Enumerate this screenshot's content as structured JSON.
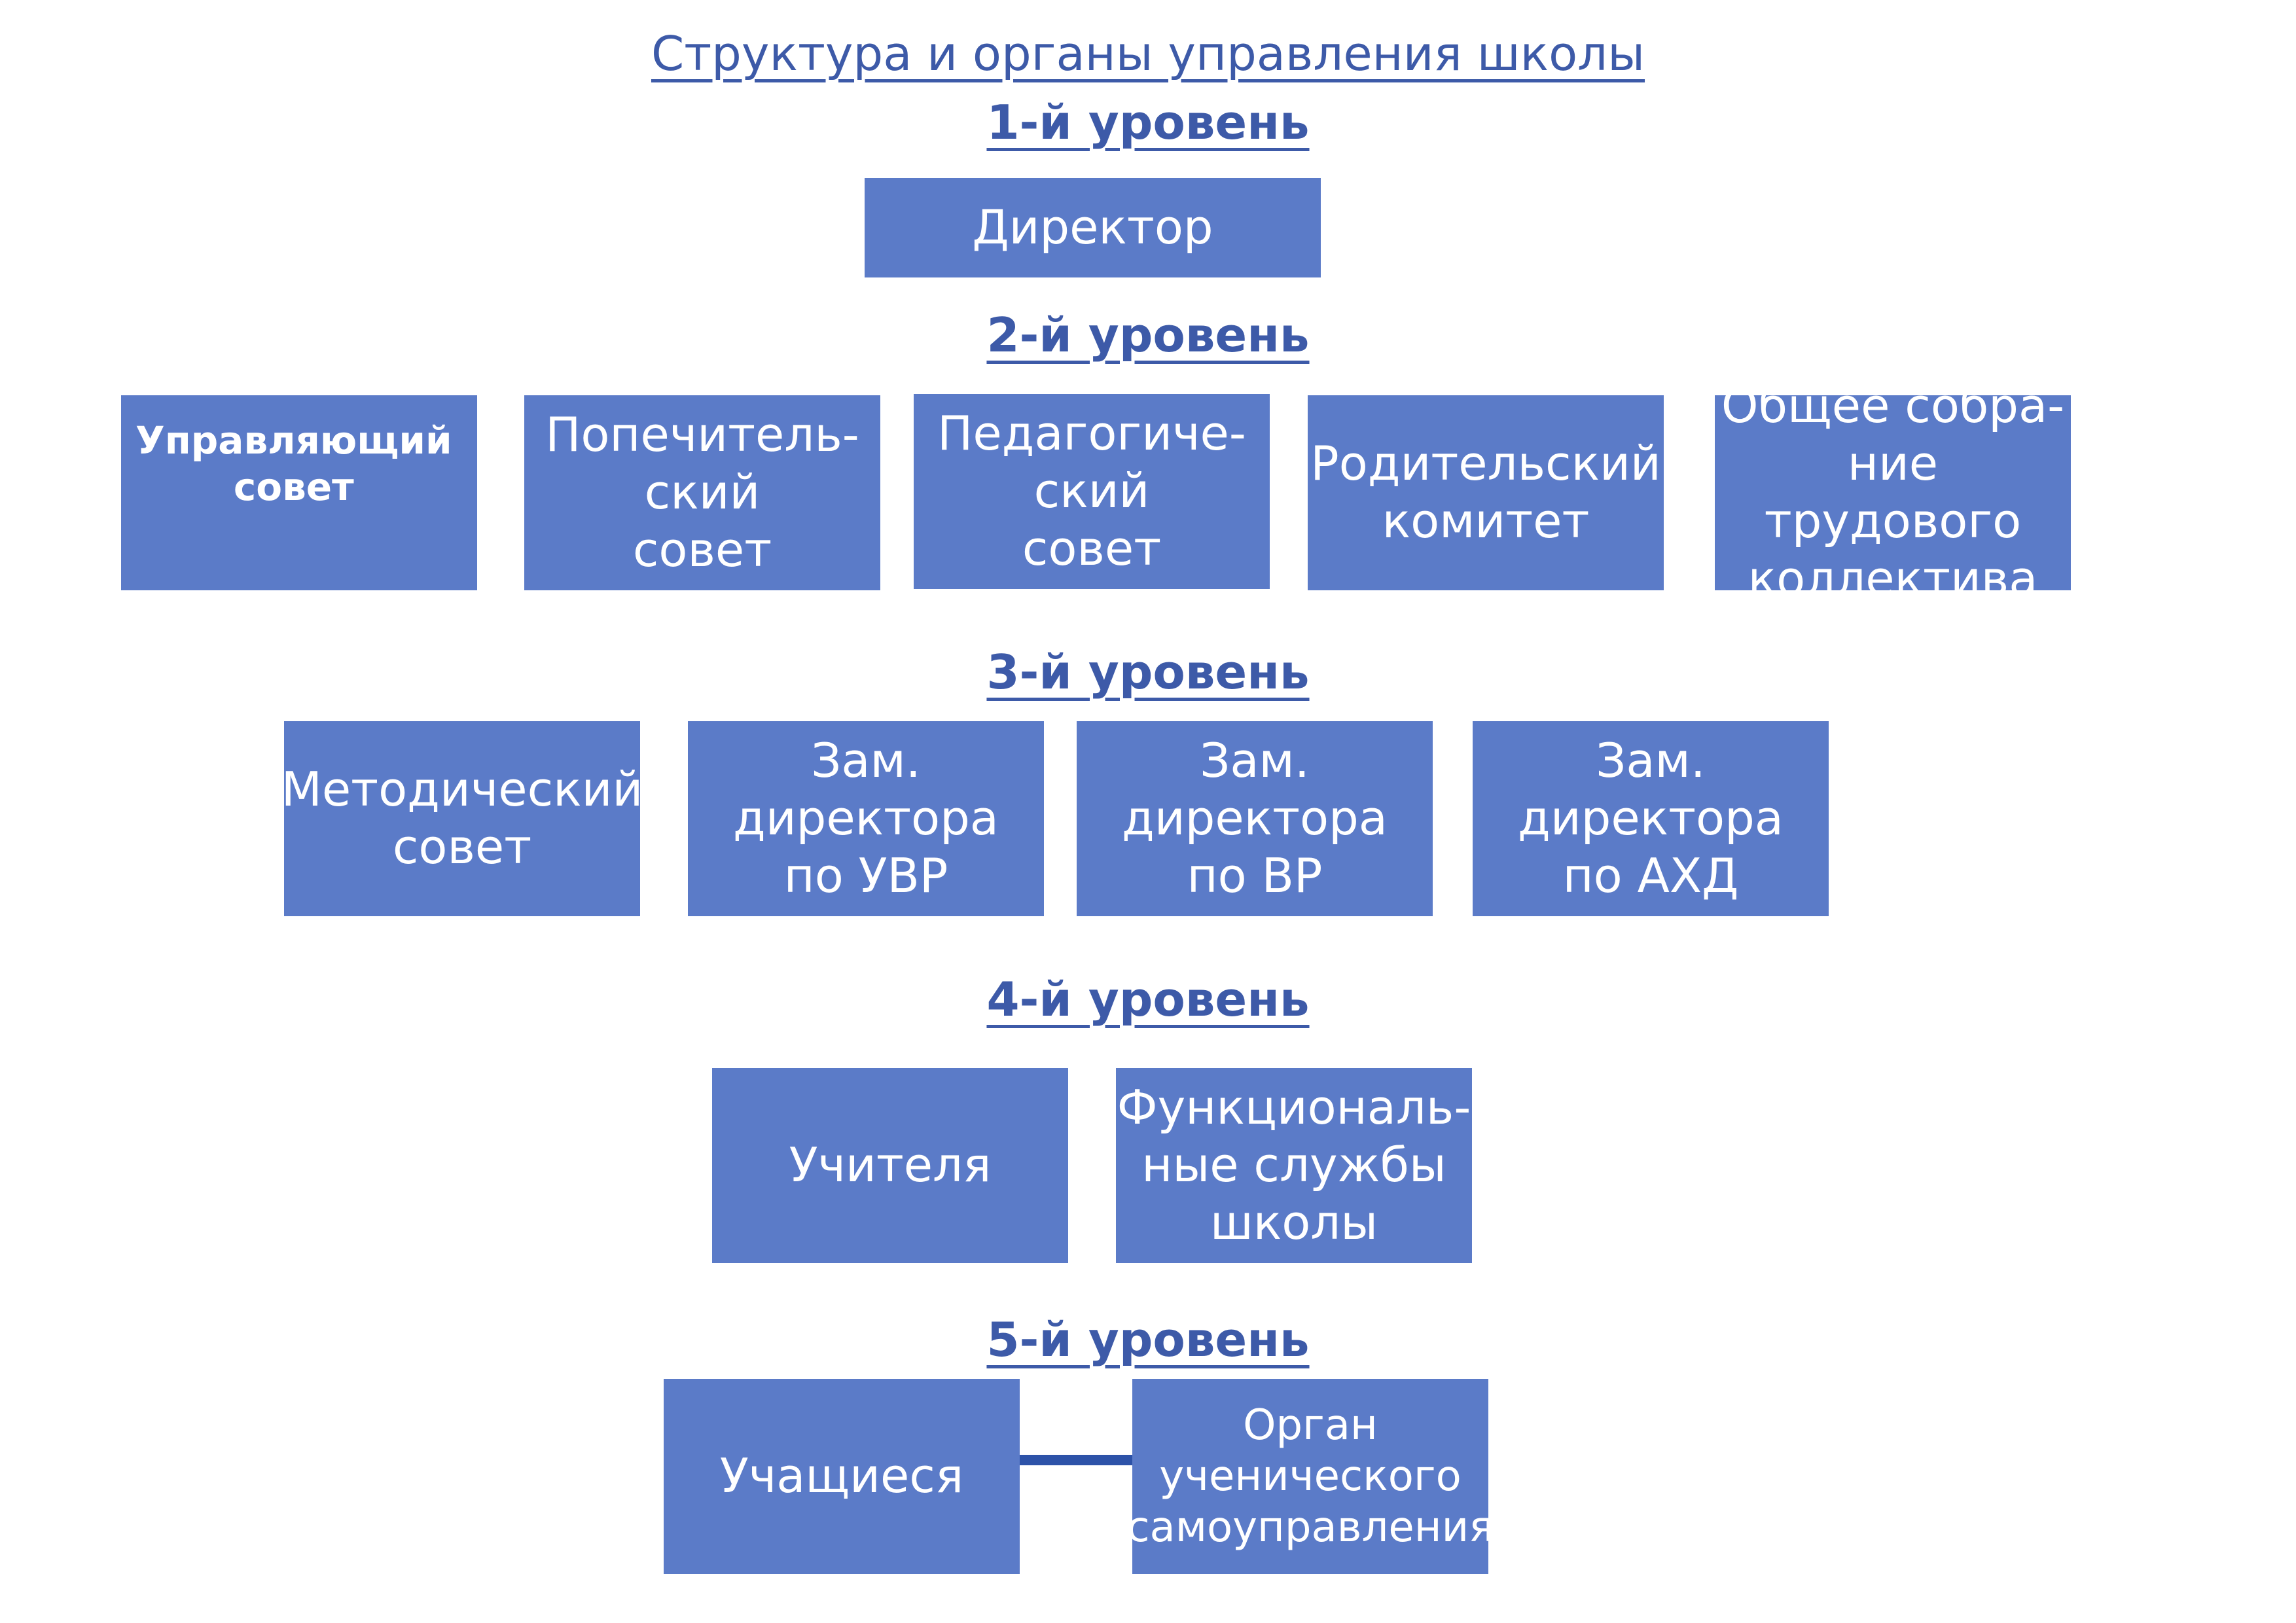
{
  "title": "Структура и органы управления школы",
  "levels": [
    {
      "label": "1-й уровень",
      "nodes": [
        "Директор"
      ]
    },
    {
      "label": "2-й уровень",
      "nodes": [
        "Управляющий\nсовет",
        "Попечитель-\nский\nсовет",
        "Педагогиче-\nский\nсовет",
        "Родительский\nкомитет",
        "Общее собра-\nние трудового\nколлектива"
      ]
    },
    {
      "label": "3-й уровень",
      "nodes": [
        "Методический\nсовет",
        "Зам.\nдиректора\nпо УВР",
        "Зам.\nдиректора\nпо ВР",
        "Зам.\nдиректора\nпо АХД"
      ]
    },
    {
      "label": "4-й уровень",
      "nodes": [
        "Учителя",
        "Функциональ-\nные службы\nшколы"
      ]
    },
    {
      "label": "5-й уровень",
      "nodes": [
        "Учащиеся",
        "Орган\nученического\nсамоуправления"
      ]
    }
  ],
  "colors": {
    "box_fill": "#5b7bc8",
    "box_text": "#ffffff",
    "heading_text": "#3d5aa8",
    "connector": "#2d52a8"
  }
}
